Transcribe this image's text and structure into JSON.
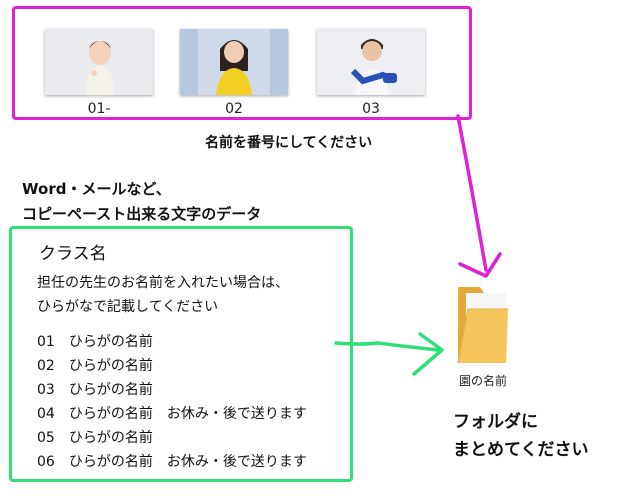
{
  "photos": [
    {
      "caption": "01-"
    },
    {
      "caption": "02"
    },
    {
      "caption": "03"
    }
  ],
  "photo_note": "名前を番号にしてください",
  "text_heading_line1": "Word・メールなど、",
  "text_heading_line2": "コピーペースト出来る文字のデータ",
  "text_box": {
    "title": "クラス名",
    "instruction_line1": "担任の先生のお名前を入れたい場合は、",
    "instruction_line2": "ひらがなで記載してください",
    "items": [
      "01　ひらがの名前",
      "02　ひらがの名前",
      "03　ひらがの名前",
      "04　ひらがの名前　お休み・後で送ります",
      "05　ひらがの名前",
      "06　ひらがの名前　お休み・後で送ります"
    ]
  },
  "folder_label": "園の名前",
  "folder_note_line1": "フォルダに",
  "folder_note_line2": "まとめてください",
  "colors": {
    "magenta": "#e020d8",
    "green": "#2fe07a",
    "folder": "#f3c55a"
  }
}
